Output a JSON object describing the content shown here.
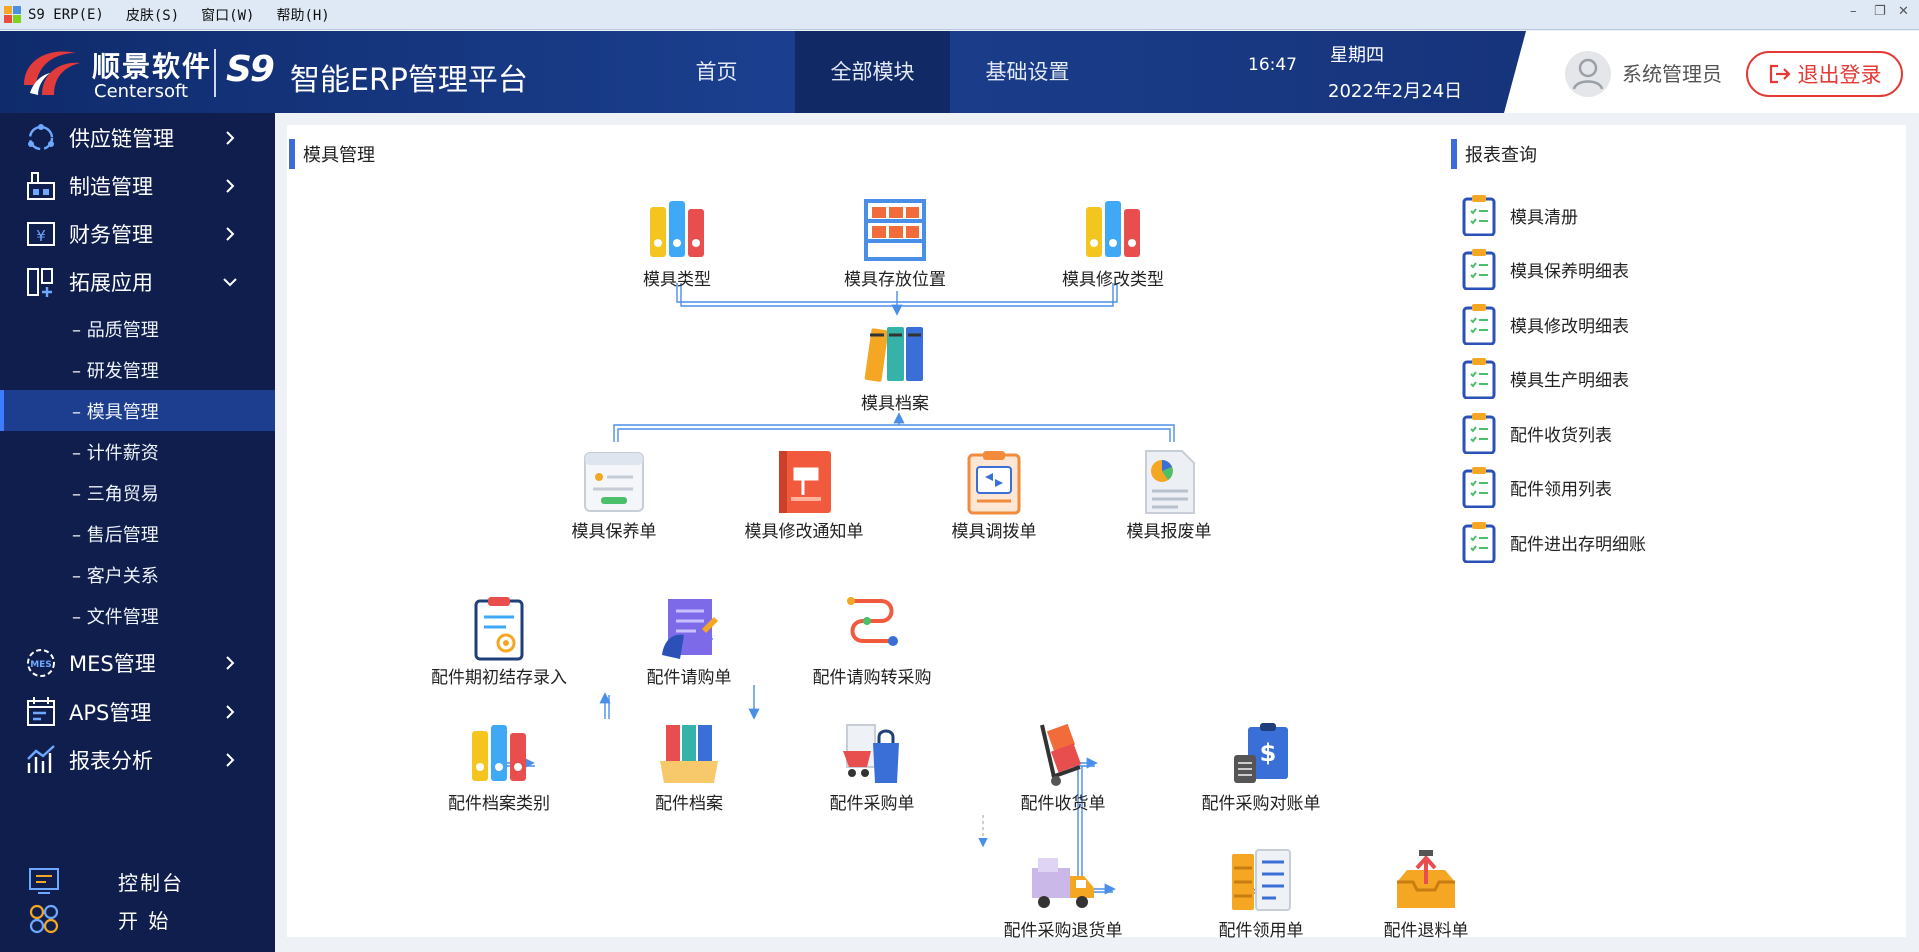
{
  "menubar": {
    "items": [
      "S9 ERP(E)",
      "皮肤(S)",
      "窗口(W)",
      "帮助(H)"
    ]
  },
  "header": {
    "brand_cn": "顺景软件",
    "brand_en": "Centersoft",
    "s9_mark": "S9",
    "platform_title": "智能ERP管理平台",
    "tabs": [
      {
        "label": "首页",
        "active": false
      },
      {
        "label": "全部模块",
        "active": true
      },
      {
        "label": "基础设置",
        "active": false
      }
    ],
    "time": "16:47",
    "weekday": "星期四",
    "date": "2022年2月24日",
    "username": "系统管理员",
    "logout_label": "退出登录"
  },
  "sidebar": {
    "groups": [
      {
        "label": "供应链管理",
        "icon": "supply-chain-icon",
        "expanded": false
      },
      {
        "label": "制造管理",
        "icon": "factory-icon",
        "expanded": false
      },
      {
        "label": "财务管理",
        "icon": "finance-icon",
        "expanded": false
      },
      {
        "label": "拓展应用",
        "icon": "extension-icon",
        "expanded": true
      },
      {
        "label": "MES管理",
        "icon": "mes-icon",
        "expanded": false
      },
      {
        "label": "APS管理",
        "icon": "aps-icon",
        "expanded": false
      },
      {
        "label": "报表分析",
        "icon": "report-analysis-icon",
        "expanded": false
      }
    ],
    "subitems": [
      {
        "label": "品质管理",
        "active": false
      },
      {
        "label": "研发管理",
        "active": false
      },
      {
        "label": "模具管理",
        "active": true
      },
      {
        "label": "计件薪资",
        "active": false
      },
      {
        "label": "三角贸易",
        "active": false
      },
      {
        "label": "售后管理",
        "active": false
      },
      {
        "label": "客户关系",
        "active": false
      },
      {
        "label": "文件管理",
        "active": false
      }
    ],
    "bottom": [
      {
        "label": "控制台",
        "icon": "console-icon"
      },
      {
        "label": "开 始",
        "icon": "start-icon"
      }
    ]
  },
  "main": {
    "section_title": "模具管理",
    "nodes": {
      "mold_type": "模具类型",
      "mold_location": "模具存放位置",
      "mold_mod_type": "模具修改类型",
      "mold_archive": "模具档案",
      "mold_maintain": "模具保养单",
      "mold_mod_notice": "模具修改通知单",
      "mold_transfer": "模具调拨单",
      "mold_scrap": "模具报废单",
      "part_init_stock": "配件期初结存录入",
      "part_requisition": "配件请购单",
      "part_req_to_purchase": "配件请购转采购",
      "part_category": "配件档案类别",
      "part_archive": "配件档案",
      "part_purchase": "配件采购单",
      "part_receipt": "配件收货单",
      "part_reconcile": "配件采购对账单",
      "part_return": "配件采购退货单",
      "part_issue": "配件领用单",
      "part_material_return": "配件退料单"
    }
  },
  "reports": {
    "title": "报表查询",
    "items": [
      "模具清册",
      "模具保养明细表",
      "模具修改明细表",
      "模具生产明细表",
      "配件收货列表",
      "配件领用列表",
      "配件进出存明细账"
    ]
  },
  "colors": {
    "header_bg": "#1b3f8e",
    "sidebar_bg": "#0f1e4c",
    "active_sub": "#1d3d8f",
    "accent": "#3e6bdb",
    "logout_red": "#e53935",
    "flow_line": "#4a8fe7"
  }
}
